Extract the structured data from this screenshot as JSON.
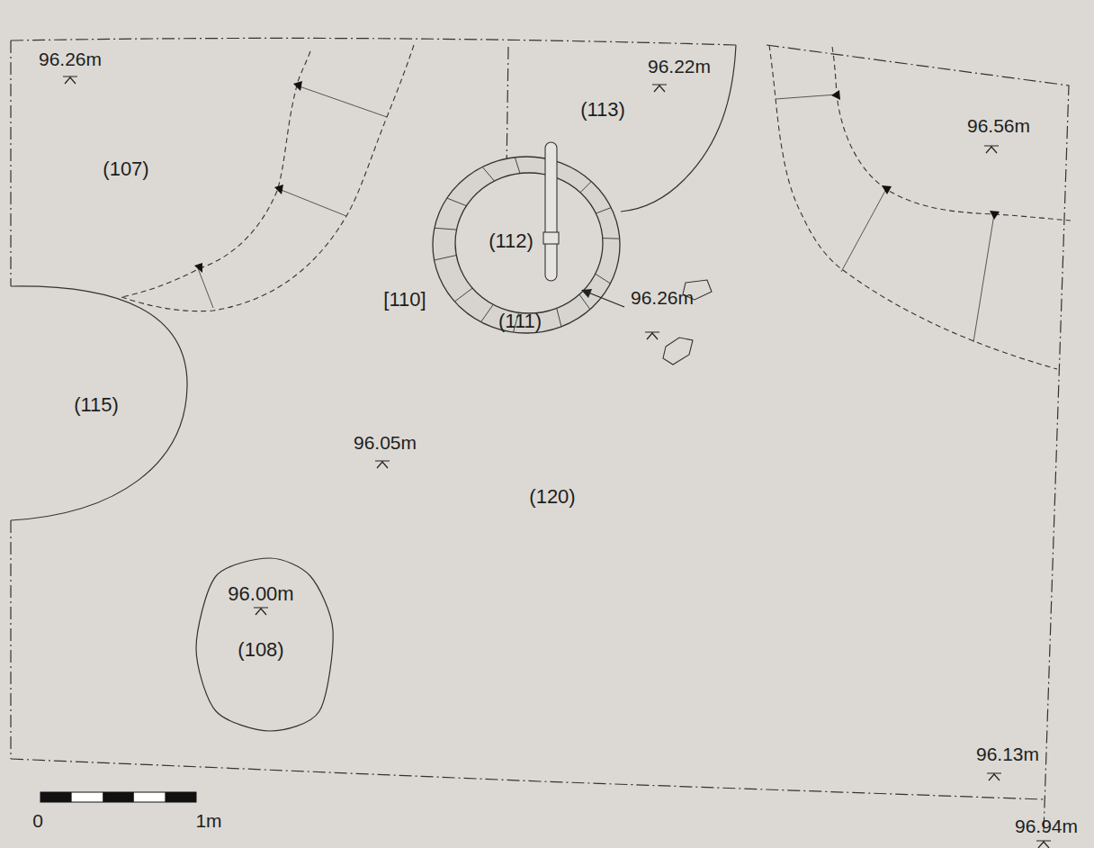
{
  "diagram": {
    "nodes": [
      {
        "text": [
          "(115)"
        ]
      },
      {
        "text": [
          "96.00m",
          "(108)"
        ]
      }
    ],
    "labels": [
      "96.26m",
      "(107)",
      "96.22m",
      "(113)",
      "96.56m",
      "(112)",
      "[110]",
      "(111)",
      "96.26m",
      "96.05m",
      "(120)",
      "96.13m",
      "96.94m",
      "0",
      "1m"
    ]
  }
}
